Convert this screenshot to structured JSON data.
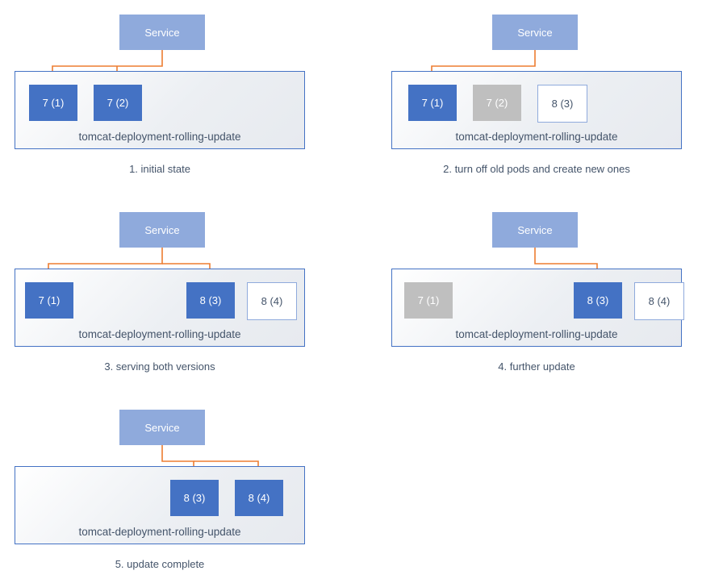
{
  "colors": {
    "service_fill": "#8FAADC",
    "pod_active_fill": "#4472C4",
    "pod_terminated_fill": "#BFBFBF",
    "pod_new_border": "#8FAADC",
    "deployment_border": "#4472C4",
    "arrow": "#ED7D31",
    "caption_text": "#44546A"
  },
  "panels": [
    {
      "id": "initial-state",
      "caption": "1. initial state",
      "service": "Service",
      "deployment": "tomcat-deployment-rolling-update",
      "pods": [
        {
          "label": "7 (1)",
          "state": "active"
        },
        {
          "label": "7 (2)",
          "state": "active"
        }
      ]
    },
    {
      "id": "turn-off-old-pods",
      "caption": "2. turn off old pods and create new ones",
      "service": "Service",
      "deployment": "tomcat-deployment-rolling-update",
      "pods": [
        {
          "label": "7 (1)",
          "state": "active"
        },
        {
          "label": "7 (2)",
          "state": "terminated"
        },
        {
          "label": "8 (3)",
          "state": "new"
        }
      ]
    },
    {
      "id": "serving-both-versions",
      "caption": "3. serving both versions",
      "service": "Service",
      "deployment": "tomcat-deployment-rolling-update",
      "pods": [
        {
          "label": "7 (1)",
          "state": "active"
        },
        {
          "label": "8 (3)",
          "state": "active"
        },
        {
          "label": "8 (4)",
          "state": "new"
        }
      ]
    },
    {
      "id": "further-update",
      "caption": "4. further update",
      "service": "Service",
      "deployment": "tomcat-deployment-rolling-update",
      "pods": [
        {
          "label": "7 (1)",
          "state": "terminated"
        },
        {
          "label": "8 (3)",
          "state": "active"
        },
        {
          "label": "8 (4)",
          "state": "new"
        }
      ]
    },
    {
      "id": "update-complete",
      "caption": "5. update complete",
      "service": "Service",
      "deployment": "tomcat-deployment-rolling-update",
      "pods": [
        {
          "label": "8 (3)",
          "state": "active"
        },
        {
          "label": "8 (4)",
          "state": "active"
        }
      ]
    }
  ]
}
